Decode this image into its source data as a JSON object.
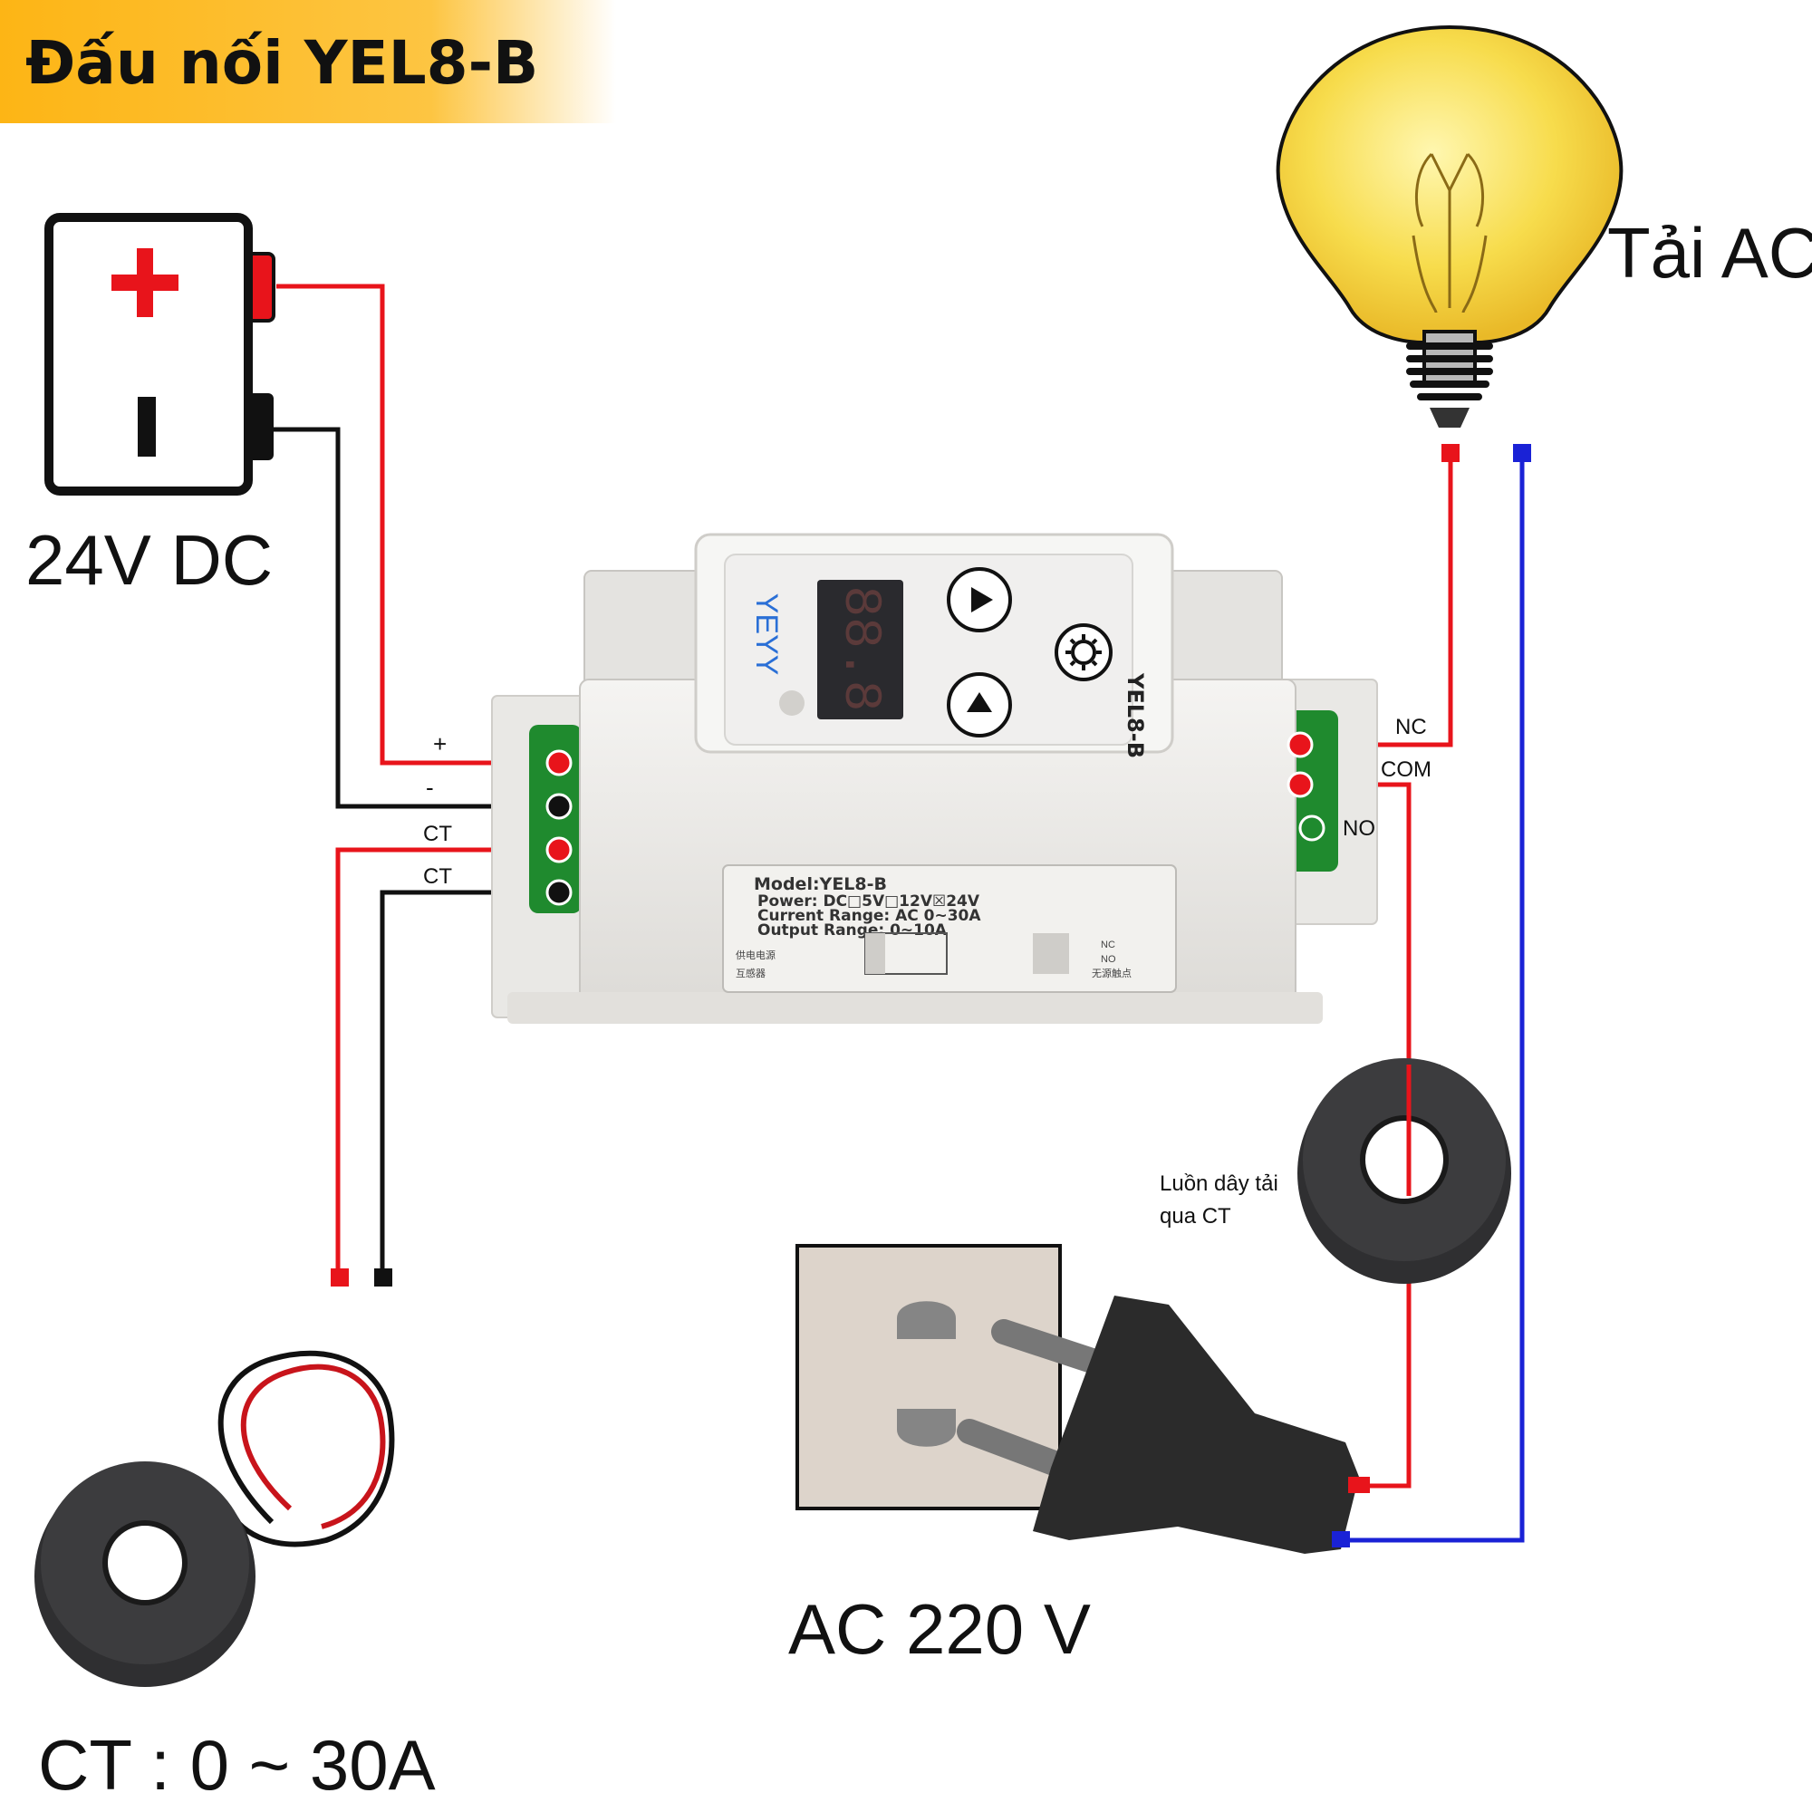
{
  "title": "Đấu nối YEL8-B",
  "labels": {
    "dc_supply": "24V DC",
    "ac_load": "Tải AC",
    "ac_source": "AC 220 V",
    "ct_sensor": "CT : 0 ~ 30A",
    "ct_note_line1": "Luồn dây tải",
    "ct_note_line2": "qua CT"
  },
  "terminals_left": {
    "plus": "+",
    "minus": "-",
    "ct1": "CT",
    "ct2": "CT"
  },
  "terminals_right": {
    "nc": "NC",
    "com": "COM",
    "no": "NO"
  },
  "device": {
    "brand": "YEYY",
    "model_side": "YEL8-B",
    "display": "88.8",
    "label_model": "Model:YEL8-B",
    "label_power": "Power: DC□5V□12V☒24V",
    "label_current": "Current Range: AC 0~30A",
    "label_output": "Output Range: 0~10A",
    "label_cn_row1": "供电电源",
    "label_cn_row2": "互感器",
    "label_cn_relay": "无源触点",
    "label_nc": "NC",
    "label_no": "NO"
  },
  "colors": {
    "title_bg": "#fdb515",
    "wire_red": "#e8141b",
    "wire_black": "#111111",
    "wire_blue": "#1a22d6",
    "bulb_yellow": "#f7dc4c",
    "terminal_green": "#1f8a2e",
    "device_body": "#ecebe8",
    "socket_bg": "#ddd4cb"
  },
  "icons": [
    "battery-icon",
    "bulb-icon",
    "ct-icon",
    "outlet-icon",
    "plug-icon",
    "play-icon",
    "gear-icon"
  ]
}
